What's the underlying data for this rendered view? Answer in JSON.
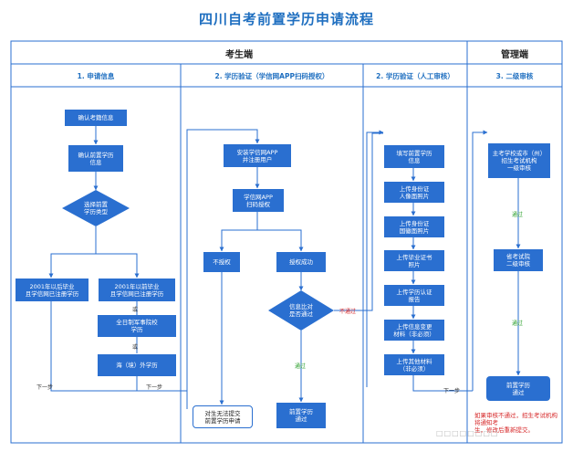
{
  "title": "四川自考前置学历申请流程",
  "sections": {
    "candidate": "考生端",
    "admin": "管理端"
  },
  "columns": {
    "c1": "1. 申请信息",
    "c2": "2. 学历验证（学信网APP扫码授权）",
    "c3": "2. 学历验证（人工审核）",
    "c4": "3. 二级审核"
  },
  "nodes": {
    "confirm_info": "确认考籍信息",
    "confirm_edu": "确认前置学历\n信息",
    "choose_type": "选择前置\n学历类型",
    "after2001": "2001年以后毕业\n且学信网已注册学历",
    "before2001": "2001年以前毕业\n且学信网已注册学历",
    "fulltime": "全日制军事院校\n学历",
    "overseas": "海（境）外学历",
    "install_app": "安装学信网APP\n并注册用户",
    "scan_auth": "学信网APP\n扫码授权",
    "not_auth": "不授权",
    "auth_ok": "授权成功",
    "compare": "信息比对\n是否通过",
    "cannot_submit": "对生无法提交\n前置学历申请",
    "prior_pass_c2": "前置学历\n通过",
    "fill_edu": "填写前置学历\n信息",
    "upload_id_portrait": "上传身份证\n人像面照片",
    "upload_id_emblem": "上传身份证\n国徽面照片",
    "upload_cert": "上传毕业证书\n照片",
    "upload_verify": "上传学历认证\n报告",
    "upload_change": "上传信息变更\n材料（非必须）",
    "upload_other": "上传其他材料\n（非必须）",
    "city_review": "主考学校或市（州）\n招生考试机构\n一级审核",
    "prov_review": "省考试院\n二级审核",
    "prior_pass_c4": "前置学历\n通过"
  },
  "labels": {
    "or1": "或",
    "or2": "或",
    "next1": "下一步",
    "next2": "下一步",
    "next3": "下一步",
    "fail": "不通过",
    "pass_compare": "通过",
    "pass_city": "通过",
    "pass_prov": "通过"
  },
  "note": "如果审核不通过，招生考试机构将通知考\n生，修改后重新提交。",
  "watermark": "□□□□□□□□",
  "colors": {
    "title": "#1f6fc0",
    "box": "#2a6fd0",
    "pass": "#2ca02c",
    "fail": "#d62728"
  }
}
